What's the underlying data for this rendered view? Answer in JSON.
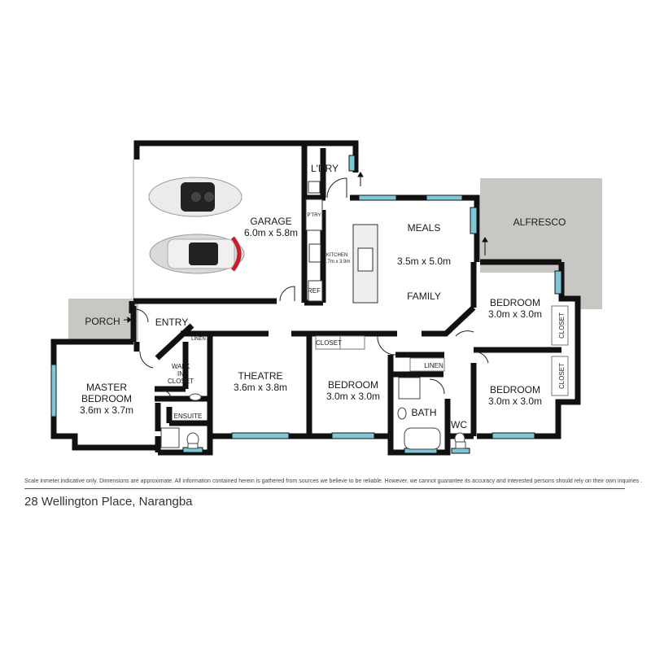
{
  "rooms": {
    "garage": {
      "name": "GARAGE",
      "size": "6.0m x 5.8m"
    },
    "laundry": {
      "name": "L'DRY"
    },
    "pantry": {
      "name": "P'TRY"
    },
    "kitchen": {
      "name": "KITCHEN",
      "size": "2.7m x 3.9m"
    },
    "ref": {
      "name": "REF"
    },
    "meals": {
      "name": "MEALS",
      "size": "3.5m x 5.0m"
    },
    "family": {
      "name": "FAMILY"
    },
    "alfresco": {
      "name": "ALFRESCO"
    },
    "porch": {
      "name": "PORCH"
    },
    "entry": {
      "name": "ENTRY"
    },
    "linen_small": {
      "name": "LINEN"
    },
    "master": {
      "name": "MASTER",
      "name2": "BEDROOM",
      "size": "3.6m x 3.7m"
    },
    "wic": {
      "name": "WALK",
      "name2": "IN",
      "name3": "CLOSET"
    },
    "ensuite": {
      "name": "ENSUITE"
    },
    "theatre": {
      "name": "THEATRE",
      "size": "3.6m x 3.8m"
    },
    "closet_mid": {
      "name": "CLOSET"
    },
    "bedroom_mid": {
      "name": "BEDROOM",
      "size": "3.0m x 3.0m"
    },
    "linen": {
      "name": "LINEN"
    },
    "bath": {
      "name": "BATH"
    },
    "wc": {
      "name": "WC"
    },
    "bedroom_top": {
      "name": "BEDROOM",
      "size": "3.0m x 3.0m"
    },
    "closet_top": {
      "name": "CLOSET"
    },
    "bedroom_bottom": {
      "name": "BEDROOM",
      "size": "3.0m x 3.0m"
    },
    "closet_bottom": {
      "name": "CLOSET"
    }
  },
  "disclaimer": "Scale inmeter.Indicative only. Dimensions are approximate. All information contained herein is gathered from sources we believe to be reliable. However, we cannot guarantee its accuracy and interested persons should rely on their own inquiries .",
  "address": "28 Wellington Place, Narangba",
  "colors": {
    "wall": "#111111",
    "window": "#7fc7d6",
    "outdoor": "#c9c7c4",
    "car_white": "#ebebeb",
    "car_grey": "#d9d9d9",
    "car_red": "#c81e2a"
  }
}
